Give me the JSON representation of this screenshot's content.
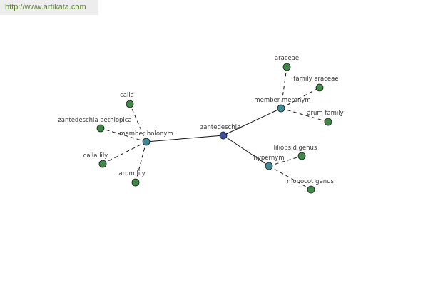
{
  "source": {
    "url": "http://www.artikata.com"
  },
  "colors": {
    "center": "#3d4d9e",
    "relation": "#3f8a94",
    "leaf": "#3e8a46",
    "edge": "#111111",
    "node_stroke": "#1a1a1a"
  },
  "graph": {
    "center": {
      "id": "zantedeschia",
      "label": "zantedeschia"
    },
    "relations": [
      {
        "id": "member-holonym",
        "label": "member holonym",
        "leaves": [
          {
            "id": "calla",
            "label": "calla"
          },
          {
            "id": "zantedeschia-aethiopica",
            "label": "zantedeschia aethiopica"
          },
          {
            "id": "calla-lily",
            "label": "calla lily"
          },
          {
            "id": "arum-lily",
            "label": "arum lily"
          }
        ]
      },
      {
        "id": "member-meronym",
        "label": "member meronym",
        "leaves": [
          {
            "id": "araceae",
            "label": "araceae"
          },
          {
            "id": "family-araceae",
            "label": "family araceae"
          },
          {
            "id": "arum-family",
            "label": "arum family"
          }
        ]
      },
      {
        "id": "hypernym",
        "label": "hypernym",
        "leaves": [
          {
            "id": "liliopsid-genus",
            "label": "liliopsid genus"
          },
          {
            "id": "monocot-genus",
            "label": "monocot genus"
          }
        ]
      }
    ]
  }
}
